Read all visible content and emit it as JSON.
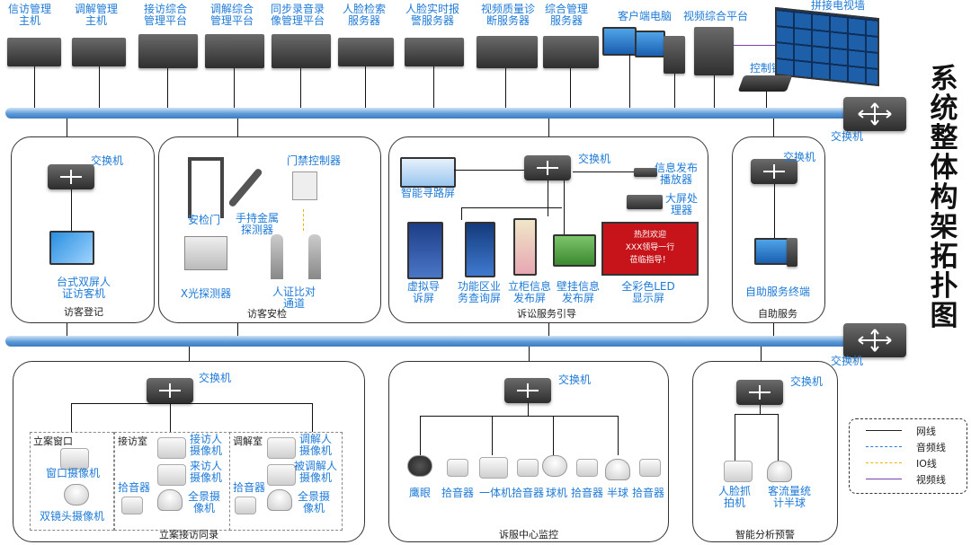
{
  "title": "系统整体构架拓扑图",
  "top_devices": [
    "信访管理\n主机",
    "调解管理\n主机",
    "接访综合\n管理平台",
    "调解综合\n管理平台",
    "同步录音录\n像管理平台",
    "人脸检索\n服务器",
    "人脸实时报\n警服务器",
    "视频质量诊\n断服务器",
    "综合管理\n服务器",
    "客户端电脑",
    "视频综合平台",
    "拼接电视墙",
    "控制键盘"
  ],
  "switch_label": "交换机",
  "sections": {
    "visitor_reg": {
      "title": "访客登记",
      "device": "台式双屏人\n证访客机"
    },
    "visitor_check": {
      "title": "访客安检",
      "items": [
        "安检门",
        "手持金属\n探测器",
        "门禁控制器",
        "X光探测器",
        "人证比对\n通道"
      ]
    },
    "guide": {
      "title": "诉讼服务引导",
      "items": [
        "智能寻路屏",
        "虚拟导\n诉屏",
        "功能区业\n务查询屏",
        "立柜信息\n发布屏",
        "壁挂信息\n发布屏",
        "全彩色LED\n显示屏",
        "信息发布\n播放器",
        "大屏处\n理器"
      ],
      "led_text": [
        "热烈欢迎",
        "XXX领导一行",
        "莅临指导！"
      ]
    },
    "self": {
      "title": "自助服务",
      "device": "自助服务终端"
    },
    "record": {
      "title": "立案接访同录",
      "rooms": [
        "立案窗口",
        "接访室",
        "调解室"
      ],
      "items": [
        "窗口摄像机",
        "双镜头摄像机",
        "接访人\n摄像机",
        "来访人\n摄像机",
        "拾音器",
        "全景摄\n像机",
        "调解人\n摄像机",
        "被调解人\n摄像机",
        "拾音器",
        "全景摄\n像机"
      ]
    },
    "monitor": {
      "title": "诉服中心监控",
      "items": [
        "鹰眼",
        "拾音器",
        "一体机",
        "拾音器",
        "球机",
        "拾音器",
        "半球",
        "拾音器"
      ]
    },
    "analysis": {
      "title": "智能分析预警",
      "items": [
        "人脸抓\n拍机",
        "客流量统\n计半球"
      ]
    }
  },
  "legend": [
    {
      "label": "网线",
      "color": "#222222",
      "style": "solid"
    },
    {
      "label": "音频线",
      "color": "#2e7cd6",
      "style": "dashed"
    },
    {
      "label": "IO线",
      "color": "#f0b400",
      "style": "dashed"
    },
    {
      "label": "视频线",
      "color": "#7a3fb0",
      "style": "solid"
    }
  ]
}
